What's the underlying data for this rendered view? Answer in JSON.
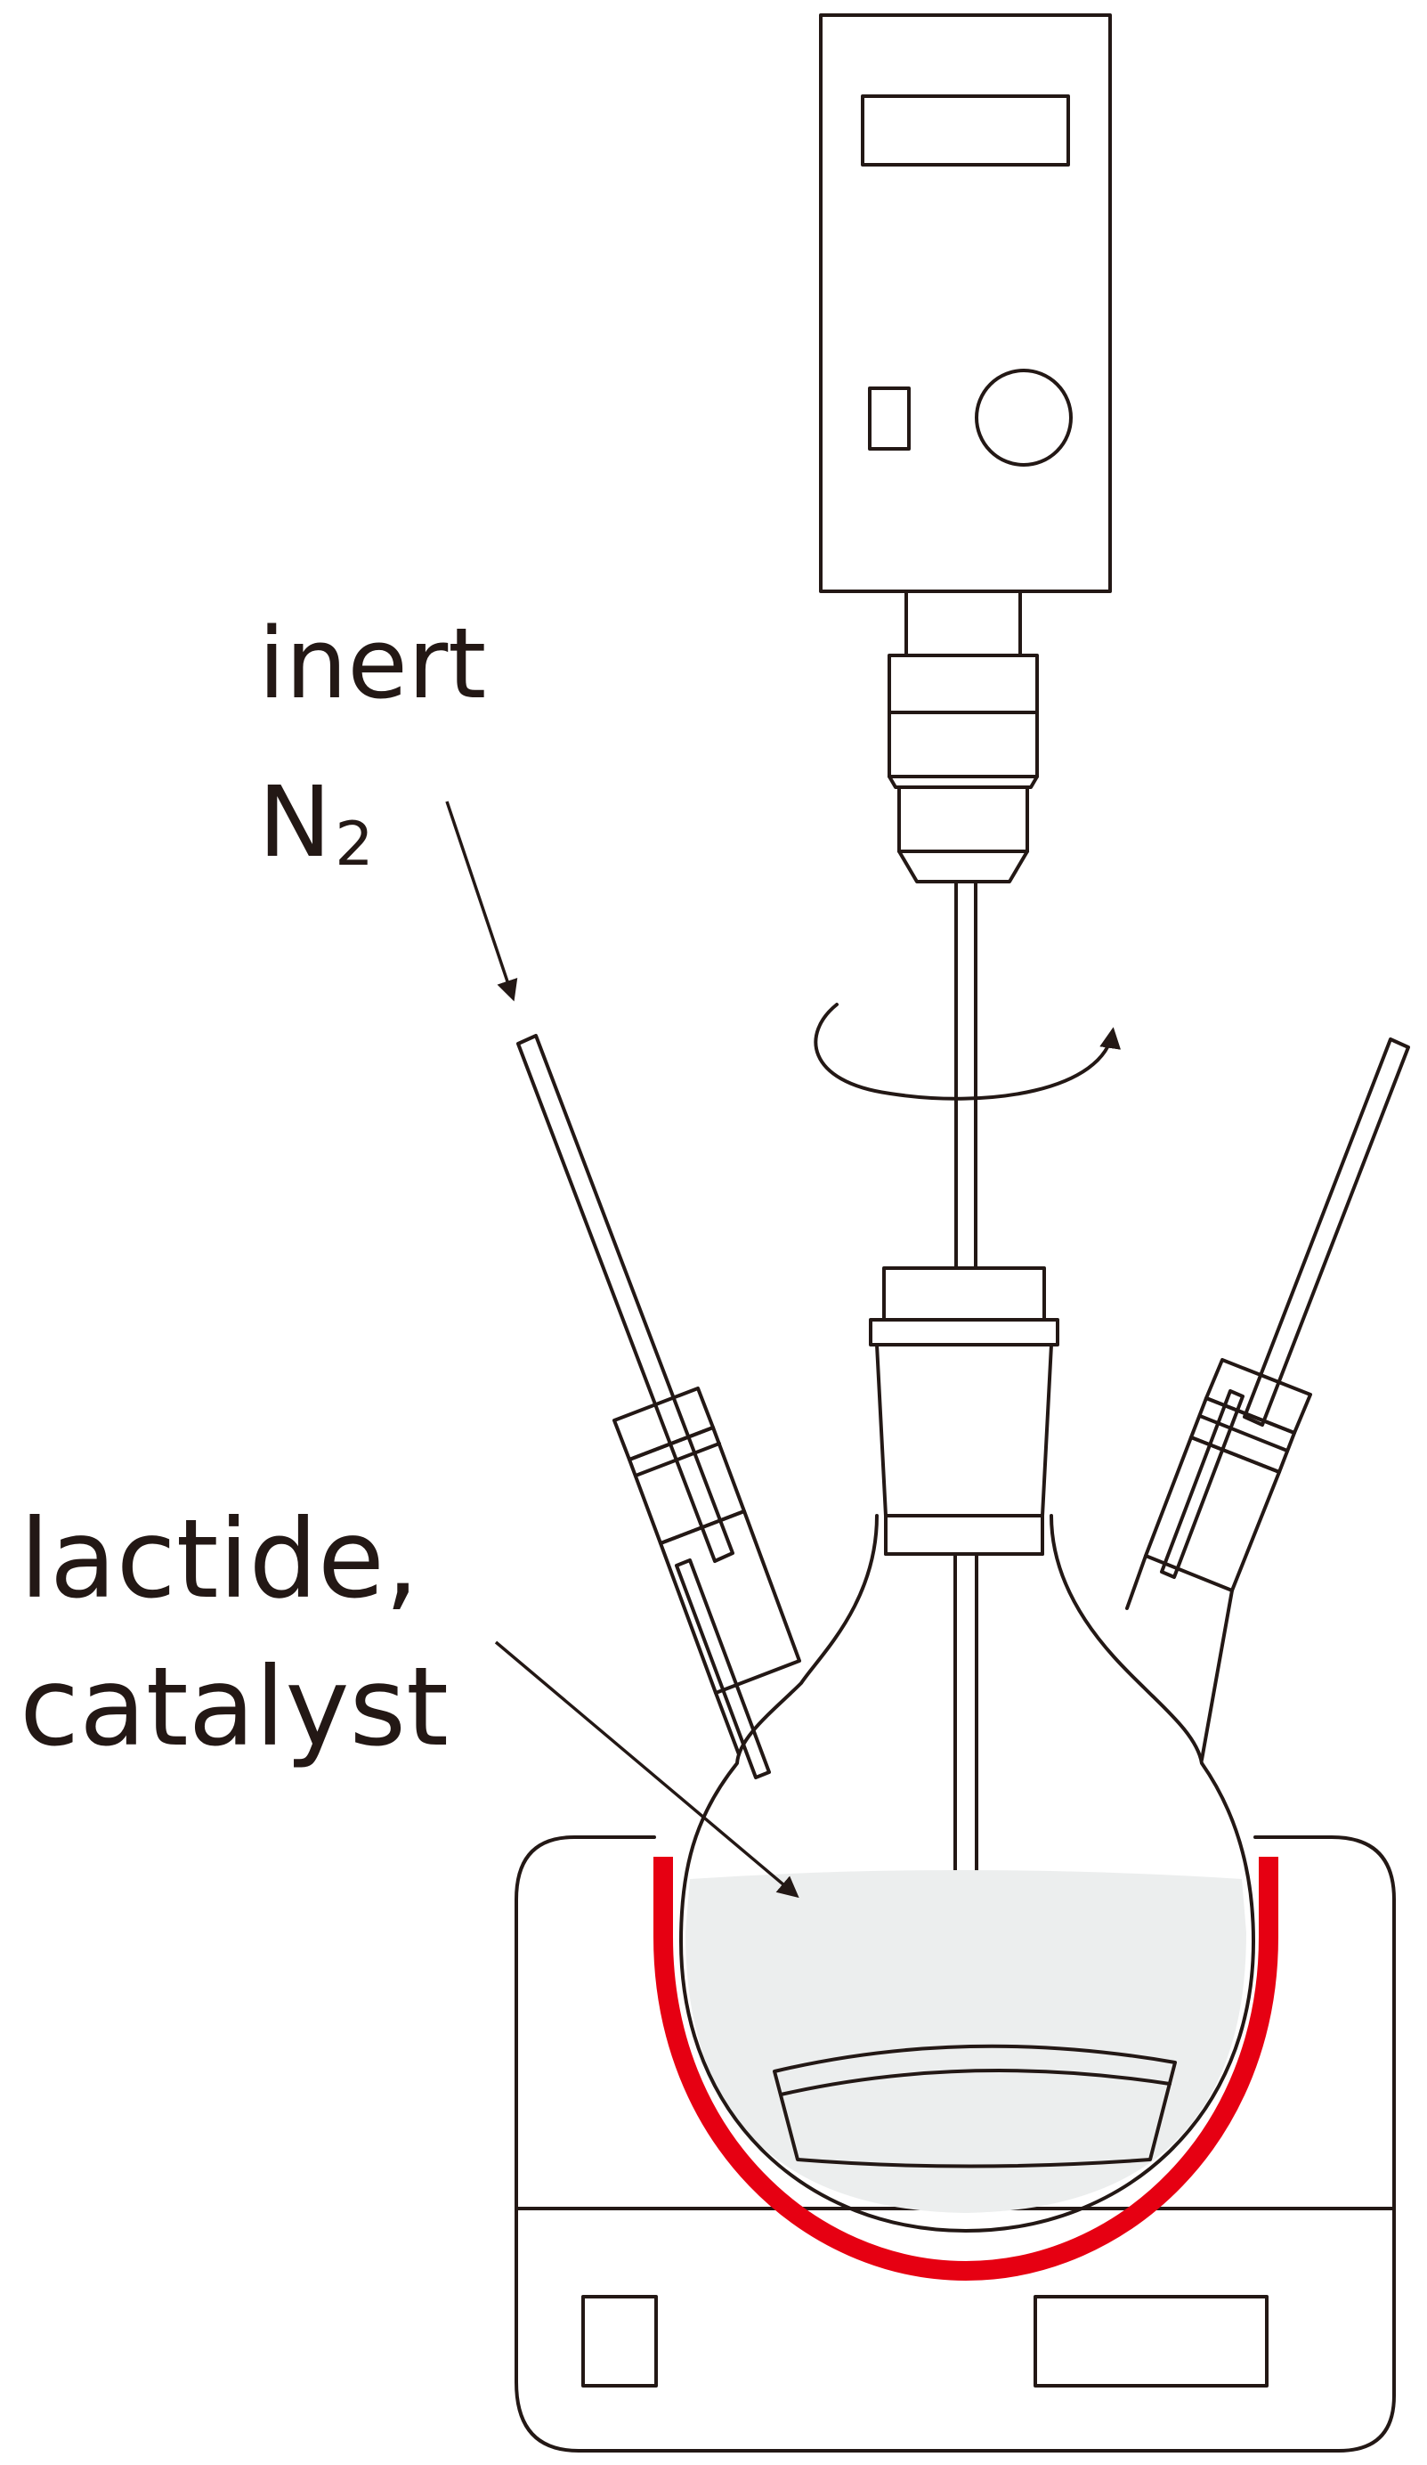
{
  "labels": {
    "gas_line1": "inert",
    "gas_symbol": "N",
    "gas_subscript": "2",
    "contents_line1": "lactide,",
    "contents_line2": "catalyst"
  },
  "colors": {
    "stroke": "#231815",
    "heating_mantle": "#e60012",
    "liquid": "#eceeee",
    "background": "#ffffff"
  }
}
